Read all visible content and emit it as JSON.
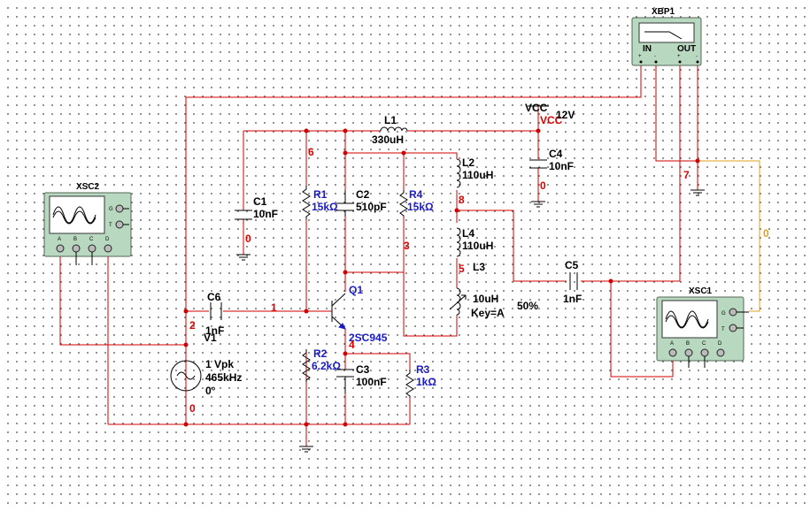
{
  "instruments": {
    "xbp1": {
      "name": "XBP1",
      "in": "IN",
      "out": "OUT",
      "pins": [
        "+",
        "-",
        "+",
        "-"
      ]
    },
    "xsc2": {
      "name": "XSC2",
      "ports": [
        "A",
        "B",
        "C",
        "D"
      ],
      "g": "G",
      "t": "T"
    },
    "xsc1": {
      "name": "XSC1",
      "ports": [
        "A",
        "B",
        "C",
        "D"
      ],
      "g": "G",
      "t": "T"
    }
  },
  "components": {
    "vcc": {
      "label": "VCC",
      "red": "VCC",
      "value": "12V"
    },
    "l1": {
      "name": "L1",
      "value": "330uH"
    },
    "c1": {
      "name": "C1",
      "value": "10nF"
    },
    "c4": {
      "name": "C4",
      "value": "10nF"
    },
    "r1": {
      "name": "R1",
      "value": "15kΩ"
    },
    "c2": {
      "name": "C2",
      "value": "510pF"
    },
    "r4": {
      "name": "R4",
      "value": "15kΩ"
    },
    "l2": {
      "name": "L2",
      "value": "110uH"
    },
    "l4": {
      "name": "L4",
      "value": "110uH"
    },
    "l3": {
      "name": "L3",
      "value": "10uH",
      "key": "Key=A",
      "percent": "50%"
    },
    "q1": {
      "name": "Q1",
      "model": "2SC945"
    },
    "c6": {
      "name": "C6",
      "value": "1nF"
    },
    "v1": {
      "name": "V1",
      "amp": "1 Vpk",
      "freq": "465kHz",
      "phase": "0°"
    },
    "r2": {
      "name": "R2",
      "value": "6.2kΩ"
    },
    "c3": {
      "name": "C3",
      "value": "100nF"
    },
    "r3": {
      "name": "R3",
      "value": "1kΩ"
    },
    "c5": {
      "name": "C5",
      "value": "1nF"
    }
  },
  "nets": {
    "n0a": "0",
    "n0b": "0",
    "n0c": "0",
    "n0d": "0",
    "n1": "1",
    "n2": "2",
    "n3": "3",
    "n4": "4",
    "n5": "5",
    "n6": "6",
    "n7": "7",
    "n8": "8"
  }
}
